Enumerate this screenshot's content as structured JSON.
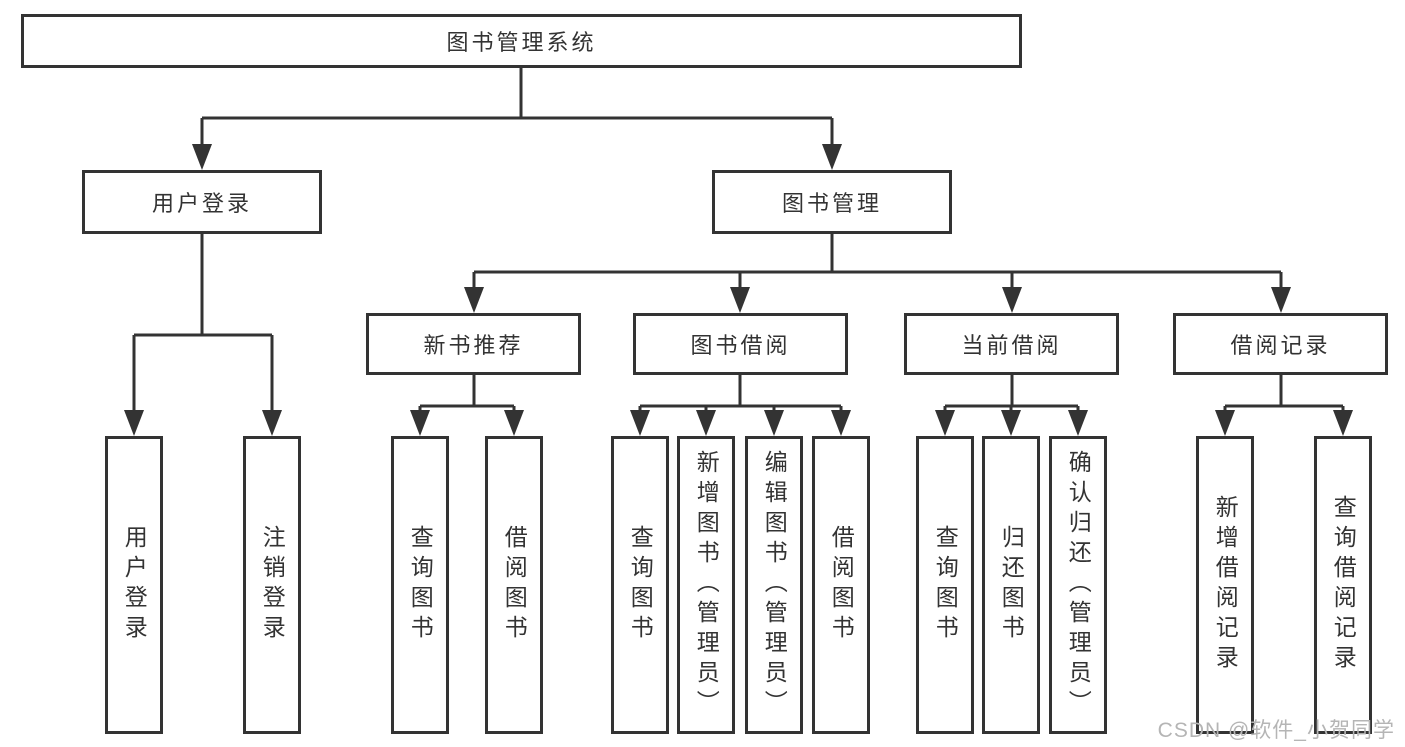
{
  "diagram": {
    "watermark": {
      "text": "CSDN @软件_小贺同学"
    },
    "colors": {
      "line": "#333333",
      "box_border": "#333333",
      "box_fill": "#ffffff",
      "text": "#333333",
      "watermark": "#b5b5b5",
      "background": "#ffffff"
    },
    "tree": {
      "label": "图书管理系统",
      "children": [
        {
          "label": "用户登录",
          "children": [
            {
              "label": "用户登录"
            },
            {
              "label": "注销登录"
            }
          ]
        },
        {
          "label": "图书管理",
          "children": [
            {
              "label": "新书推荐",
              "children": [
                {
                  "label": "查询图书"
                },
                {
                  "label": "借阅图书"
                }
              ]
            },
            {
              "label": "图书借阅",
              "children": [
                {
                  "label": "查询图书"
                },
                {
                  "label": "新增图书（管理员）"
                },
                {
                  "label": "编辑图书（管理员）"
                },
                {
                  "label": "借阅图书"
                }
              ]
            },
            {
              "label": "当前借阅",
              "children": [
                {
                  "label": "查询图书"
                },
                {
                  "label": "归还图书"
                },
                {
                  "label": "确认归还（管理员）"
                }
              ]
            },
            {
              "label": "借阅记录",
              "children": [
                {
                  "label": "新增借阅记录"
                },
                {
                  "label": "查询借阅记录"
                }
              ]
            }
          ]
        }
      ]
    }
  }
}
